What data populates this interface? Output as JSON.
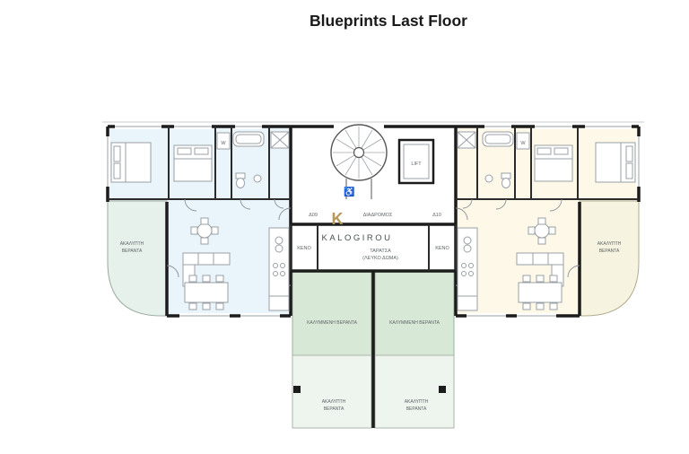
{
  "title": "Blueprints Last Floor",
  "brand": {
    "monogram": "K",
    "name": "KALOGIROU",
    "gold": "#b5985a"
  },
  "core": {
    "corridor_label": "ΔΙΑΔΡΟΜΟΣ",
    "unit_left": "Δ09",
    "unit_right": "Δ10",
    "lift_label": "LIFT",
    "void_left": "ΚΕΝΟ",
    "void_right": "ΚΕΝΟ",
    "roof_label": "ΤΑΡΑΤΣΑ",
    "roof_sublabel": "(ΛΕΥΚΟ ΔΩΜΑ)",
    "wheelchair": "♿"
  },
  "apartments": {
    "closet_left": "W",
    "closet_right": "W"
  },
  "verandas": {
    "side_left": {
      "line1": "ΑΚΑΛΥΠΤΗ",
      "line2": "ΒΕΡΑΝΤΑ"
    },
    "side_right": {
      "line1": "ΑΚΑΛΥΠΤΗ",
      "line2": "ΒΕΡΑΝΤΑ"
    },
    "covered_left": "ΚΑΛΥΜΜΕΝΗ ΒΕΡΑΝΤΑ",
    "covered_right": "ΚΑΛΥΜΜΕΝΗ ΒΕΡΑΝΤΑ",
    "open_left": {
      "line1": "ΑΚΑΛΥΠΤΗ",
      "line2": "ΒΕΡΑΝΤΑ"
    },
    "open_right": {
      "line1": "ΑΚΑΛΥΠΤΗ",
      "line2": "ΒΕΡΑΝΤΑ"
    }
  },
  "colors": {
    "apartment_left_fill": "#eaf4fb",
    "apartment_right_fill": "#fdf8e8",
    "veranda_side_left_fill": "#e7f1ec",
    "veranda_side_right_fill": "#f6f3e0",
    "veranda_covered_fill": "#d8e8d6",
    "veranda_open_fill": "#eef4ee",
    "wall_color": "#1c1c1c",
    "label_color": "#5f6468",
    "brand_gold": "#b5985a"
  }
}
